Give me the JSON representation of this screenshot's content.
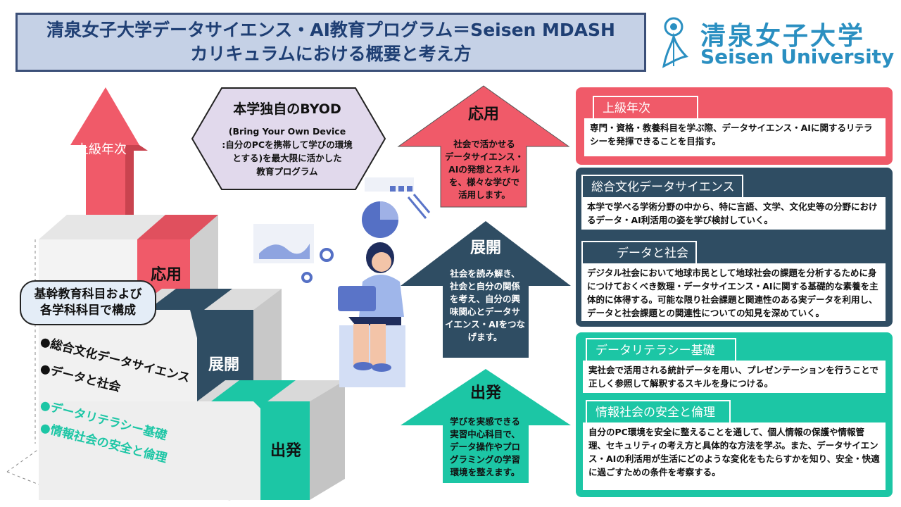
{
  "header": {
    "title_line1": "清泉女子大学データサイエンス・AI教育プログラム＝Seisen MDASH",
    "title_line2": "カリキュラムにおける概要と考え方"
  },
  "logo": {
    "name_ja": "清泉女子大学",
    "name_en": "Seisen University",
    "icon": "university-crest-icon"
  },
  "stairs": {
    "senior_label": "上級年次",
    "step_apply": "応用",
    "step_develop": "展開",
    "step_start": "出発",
    "bubble_line1": "基幹教育科目および",
    "bubble_line2": "各学科科目で構成",
    "items": [
      {
        "bullet": "●",
        "label": "総合文化データサイエンス"
      },
      {
        "bullet": "●",
        "label": "データと社会"
      },
      {
        "bullet": "●",
        "label": "データリテラシー基礎"
      },
      {
        "bullet": "●",
        "label": "情報社会の安全と倫理"
      }
    ]
  },
  "byod": {
    "title": "本学独自のBYOD",
    "line1": "(Bring Your Own Device",
    "line2": ":自分のPCを携帯して学びの環境",
    "line3": "とする)を最大限に活かした",
    "line4": "教育プログラム"
  },
  "arrows": {
    "apply": {
      "title": "応用",
      "lines": [
        "社会で活かせる",
        "データサイエンス・",
        "AIの発想とスキル",
        "を、様々な学びで",
        "活用します。"
      ]
    },
    "develop": {
      "title": "展開",
      "lines": [
        "社会を読み解き、",
        "社会と自分の関係",
        "を考え、自分の興",
        "味関心とデータサ",
        "イエンス・AIをつな",
        "げます。"
      ]
    },
    "start": {
      "title": "出発",
      "lines": [
        "学びを実感できる",
        "実習中心科目で、",
        "データ操作やプロ",
        "グラミングの学習",
        "環境を整えます。"
      ]
    }
  },
  "panels": {
    "senior": {
      "tag": "上級年次",
      "text": "専門・資格・教養科目を学ぶ際、データサイエンス・AIに関するリテラシーを発揮できることを目指す。"
    },
    "culture": {
      "tag": "総合文化データサイエンス",
      "text": "本学で学べる学術分野の中から、特に言語、文学、文化史等の分野におけるデータ・AI利活用の姿を学び検討していく。"
    },
    "society": {
      "tag": "データと社会",
      "text": "デジタル社会において地球市民として地球社会の課題を分析するために身につけておくべき数理・データサイエンス・AIに関する基礎的な素養を主体的に体得する。可能な限り社会課題と関連性のある実データを利用し、データと社会課題との関連性についての知見を深めていく。"
    },
    "literacy": {
      "tag": "データリテラシー基礎",
      "text": "実社会で活用される統計データを用い、プレゼンテーションを行うことで正しく参照して解釈するスキルを身につける。"
    },
    "ethics": {
      "tag": "情報社会の安全と倫理",
      "text": "自分のPC環境を安全に整えることを通して、個人情報の保護や情報管理、セキュリティの考え方と具体的な方法を学ぶ。また、データサイエンス・AIの利活用が生活にどのような変化をもたらすかを知り、安全・快適に過ごすための条件を考察する。"
    }
  },
  "colors": {
    "red": "#f05a69",
    "navy": "#2f4d63",
    "teal": "#1cc6a5",
    "header_bg": "#c5d1e6",
    "header_text": "#1f3f74",
    "logo_blue": "#2a8fc1"
  }
}
